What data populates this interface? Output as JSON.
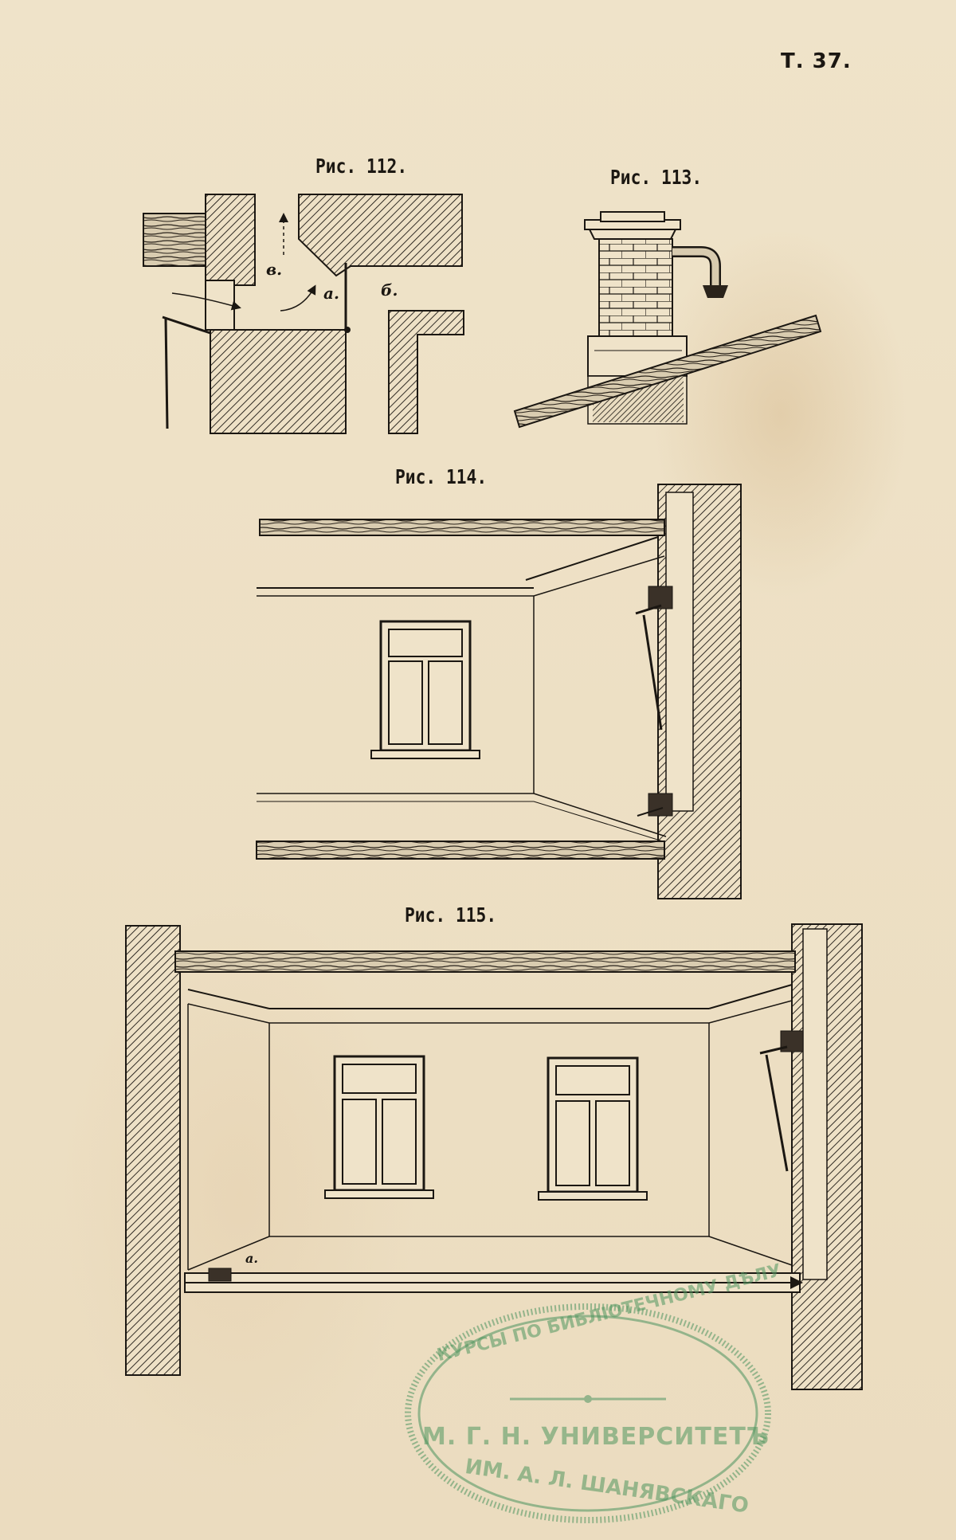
{
  "page": {
    "plate_number": "Т. 37."
  },
  "figures": {
    "fig112": {
      "caption": "Рис. 112.",
      "labels": {
        "v": "в.",
        "a": "а.",
        "b": "б."
      }
    },
    "fig113": {
      "caption": "Рис. 113."
    },
    "fig114": {
      "caption": "Рис. 114."
    },
    "fig115": {
      "caption": "Рис. 115.",
      "labels": {
        "a": "а."
      }
    }
  },
  "stamp": {
    "top_arc": "КУРСЫ ПО БИБЛІОТЕЧНОМУ ДѢЛУ",
    "middle": "М. Г. Н. УНИВЕРСИТЕТЪ",
    "bottom_arc": "ИМ. А. Л. ШАНЯВСКАГО",
    "color": "#5a9a68"
  },
  "colors": {
    "paper": "#eee1c6",
    "ink": "#1b1712"
  }
}
